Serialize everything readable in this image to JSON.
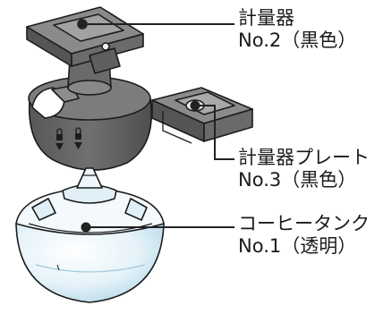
{
  "callouts": [
    {
      "name": "計量器",
      "code": "No.2（黒色）"
    },
    {
      "name": "計量器プレート",
      "code": "No.3（黒色）"
    },
    {
      "name": "コーヒータンク",
      "code": "No.1（透明）"
    }
  ],
  "colors": {
    "part_dark": "#5e5e5e",
    "part_mid": "#7a7a7a",
    "part_light": "#9a9a9a",
    "outline": "#1c1c1c",
    "tank_fill": "#e8f4fa",
    "tank_shade": "#c6e2ef",
    "leader": "#222222"
  }
}
